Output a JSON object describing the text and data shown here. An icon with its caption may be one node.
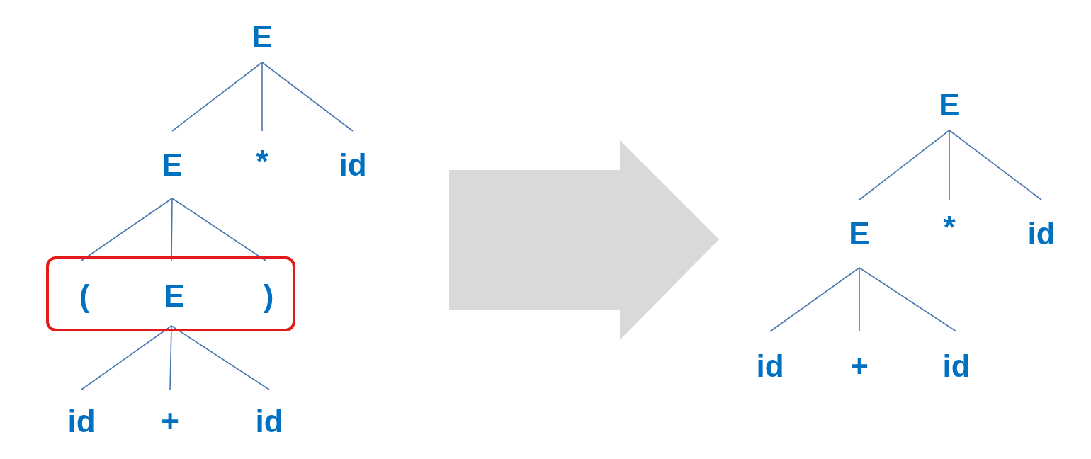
{
  "diagram": {
    "nodes": [
      {
        "text": [
          "E"
        ]
      },
      {
        "text": [
          "E"
        ]
      },
      {
        "text": [
          "*"
        ]
      },
      {
        "text": [
          "id"
        ]
      },
      {
        "text": [],
        "shape": "box"
      },
      {
        "text": [
          "("
        ],
        "in": 4
      },
      {
        "text": [
          "E"
        ],
        "in": 4
      },
      {
        "text": [
          ")"
        ],
        "in": 4
      },
      {
        "text": [
          "id"
        ]
      },
      {
        "text": [
          "+"
        ]
      },
      {
        "text": [
          "id"
        ]
      },
      {
        "text": [
          "E"
        ]
      },
      {
        "text": [
          "E"
        ]
      },
      {
        "text": [
          "*"
        ]
      },
      {
        "text": [
          "id"
        ]
      },
      {
        "text": [
          "id"
        ]
      },
      {
        "text": [
          "+"
        ]
      },
      {
        "text": [
          "id"
        ]
      }
    ],
    "edges": [
      {
        "from": 0,
        "to": 1,
        "arrow": "none"
      },
      {
        "from": 0,
        "to": 2,
        "arrow": "none"
      },
      {
        "from": 0,
        "to": 3,
        "arrow": "none"
      },
      {
        "from": 1,
        "to": 5,
        "arrow": "none"
      },
      {
        "from": 1,
        "to": 6,
        "arrow": "none"
      },
      {
        "from": 1,
        "to": 7,
        "arrow": "none"
      },
      {
        "from": 6,
        "to": 8,
        "arrow": "none"
      },
      {
        "from": 6,
        "to": 9,
        "arrow": "none"
      },
      {
        "from": 6,
        "to": 10,
        "arrow": "none"
      },
      {
        "from": 11,
        "to": 12,
        "arrow": "none"
      },
      {
        "from": 11,
        "to": 13,
        "arrow": "none"
      },
      {
        "from": 11,
        "to": 14,
        "arrow": "none"
      },
      {
        "from": 12,
        "to": 15,
        "arrow": "none"
      },
      {
        "from": 12,
        "to": 16,
        "arrow": "none"
      },
      {
        "from": 12,
        "to": 17,
        "arrow": "none"
      }
    ]
  }
}
